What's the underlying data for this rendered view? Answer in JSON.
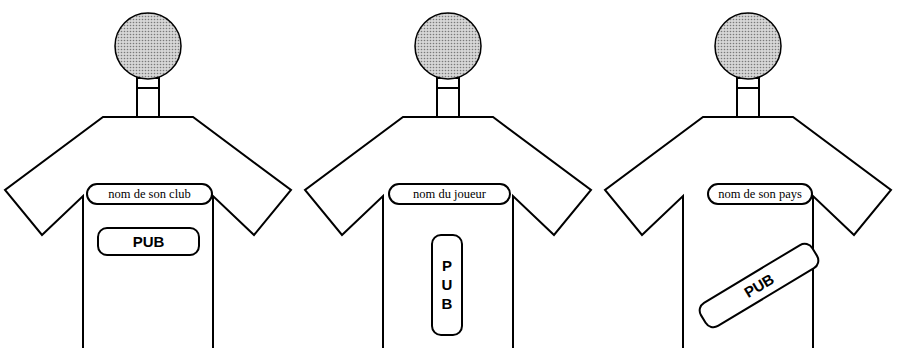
{
  "diagram": {
    "nodes": [
      {
        "text": [
          "nom de son club"
        ]
      },
      {
        "text": [
          "PUB"
        ]
      },
      {
        "text": [
          "nom du joueur"
        ]
      },
      {
        "text": [
          "PUB"
        ]
      },
      {
        "text": [
          "nom de son pays"
        ]
      },
      {
        "text": [
          "PUB"
        ]
      }
    ]
  }
}
